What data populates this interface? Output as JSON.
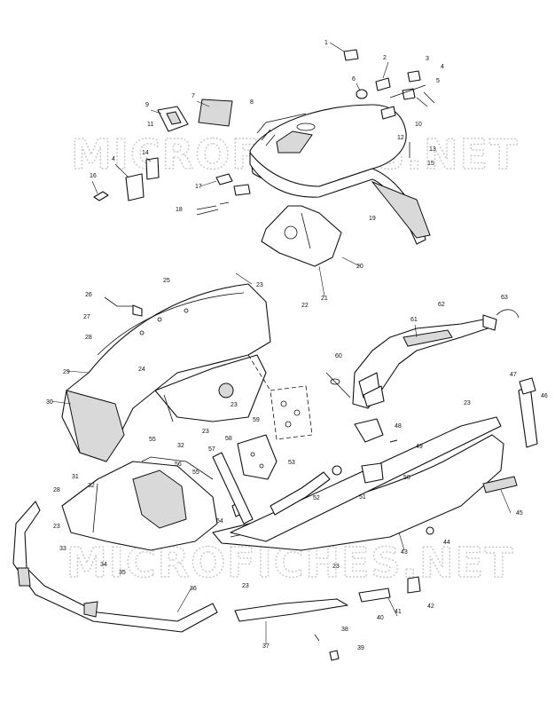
{
  "watermark": {
    "upper": "MICROFICHES.NET",
    "lower": "MICROFICHES.NET"
  },
  "callouts": [
    "1",
    "2",
    "3",
    "4",
    "5",
    "6",
    "7",
    "8",
    "9",
    "10",
    "11",
    "12",
    "13",
    "14",
    "4",
    "15",
    "16",
    "17",
    "18",
    "19",
    "20",
    "21",
    "22",
    "23",
    "25",
    "26",
    "27",
    "28",
    "29",
    "24",
    "30",
    "60",
    "61",
    "62",
    "63",
    "47",
    "46",
    "23",
    "48",
    "49",
    "50",
    "45",
    "44",
    "43",
    "42",
    "41",
    "40",
    "39",
    "38",
    "37",
    "36",
    "35",
    "34",
    "33",
    "32",
    "31",
    "28",
    "23",
    "55",
    "32",
    "56",
    "57",
    "58",
    "59",
    "23",
    "53",
    "52",
    "51",
    "54",
    "55",
    "23",
    "23",
    "23",
    "4"
  ]
}
